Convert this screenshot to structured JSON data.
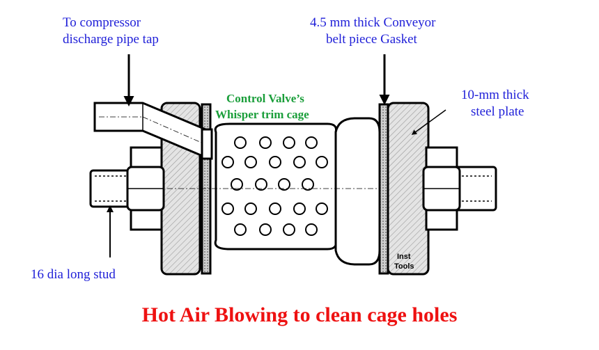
{
  "labels": {
    "compressor_tap": [
      "To compressor",
      "discharge pipe tap"
    ],
    "gasket": [
      "4.5 mm thick Conveyor",
      "belt piece Gasket"
    ],
    "trim_cage": [
      "Control Valve’s",
      "Whisper trim cage"
    ],
    "steel_plate": [
      "10-mm thick",
      "steel plate"
    ],
    "stud": "16 dia long stud",
    "watermark": [
      "Inst",
      "Tools"
    ]
  },
  "title": "Hot Air Blowing to clean cage holes",
  "colors": {
    "annotation": "#1f1fd8",
    "trim_label": "#1a9e3a",
    "title": "#ee1111",
    "steel_plate_fill": "#d9d9d9",
    "part_fill": "#ffffff",
    "outline": "#000000"
  }
}
